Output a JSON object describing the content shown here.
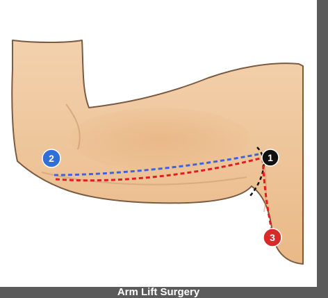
{
  "markers": [
    {
      "label": "1",
      "color": "#111111"
    },
    {
      "label": "2",
      "color": "#2f6fd6"
    },
    {
      "label": "3",
      "color": "#d92a2a"
    }
  ],
  "caption": "Arm Lift Surgery",
  "colors": {
    "skin": "#f1c79c",
    "skin_outline": "#7a5a40",
    "incision_blue": "#3f63e0",
    "incision_red": "#e21d1d",
    "frame_gray": "#5b5b5b"
  }
}
